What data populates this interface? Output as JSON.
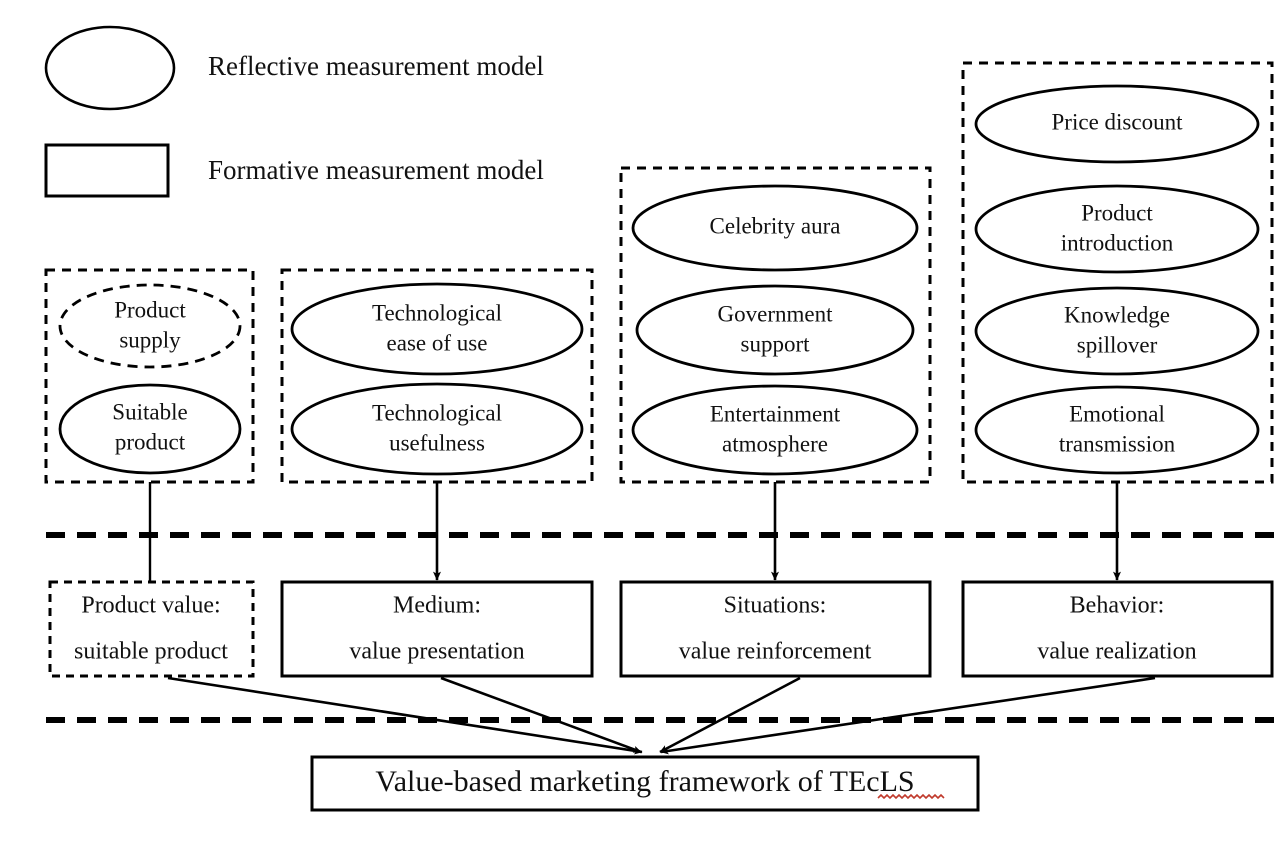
{
  "legend": {
    "items": [
      {
        "shape": "ellipse",
        "label": "Reflective measurement model"
      },
      {
        "shape": "rectangle",
        "label": "Formative measurement model"
      }
    ]
  },
  "groups": [
    {
      "name": "product-group",
      "border": "dashed",
      "nodes": [
        {
          "label_line1": "Product",
          "label_line2": "supply",
          "border": "dashed"
        },
        {
          "label_line1": "Suitable",
          "label_line2": "product",
          "border": "solid"
        }
      ]
    },
    {
      "name": "technology-group",
      "border": "dashed",
      "nodes": [
        {
          "label_line1": "Technological",
          "label_line2": "ease of use",
          "border": "solid"
        },
        {
          "label_line1": "Technological",
          "label_line2": "usefulness",
          "border": "solid"
        }
      ]
    },
    {
      "name": "situation-group",
      "border": "dashed",
      "nodes": [
        {
          "label_line1": "Celebrity aura",
          "label_line2": "",
          "border": "solid"
        },
        {
          "label_line1": "Government",
          "label_line2": "support",
          "border": "solid"
        },
        {
          "label_line1": "Entertainment",
          "label_line2": "atmosphere",
          "border": "solid"
        }
      ]
    },
    {
      "name": "behavior-group",
      "border": "dashed",
      "nodes": [
        {
          "label_line1": "Price discount",
          "label_line2": "",
          "border": "solid"
        },
        {
          "label_line1": "Product",
          "label_line2": "introduction",
          "border": "solid"
        },
        {
          "label_line1": "Knowledge",
          "label_line2": "spillover",
          "border": "solid"
        },
        {
          "label_line1": "Emotional",
          "label_line2": "transmission",
          "border": "solid"
        }
      ]
    }
  ],
  "constructs": [
    {
      "name": "product-value",
      "line1": "Product value:",
      "line2": "suitable product",
      "border": "dashed"
    },
    {
      "name": "medium",
      "line1": "Medium:",
      "line2": "value presentation",
      "border": "solid"
    },
    {
      "name": "situations",
      "line1": "Situations:",
      "line2": "value reinforcement",
      "border": "solid"
    },
    {
      "name": "behavior",
      "line1": "Behavior:",
      "line2": "value realization",
      "border": "solid"
    }
  ],
  "outcome": {
    "label": "Value-based marketing framework of TEcLS",
    "spellcheck_term": "TEcLS"
  },
  "colors": {
    "stroke": "#000000",
    "text": "#111111",
    "background": "#ffffff",
    "spellcheck": "#c0392b"
  }
}
